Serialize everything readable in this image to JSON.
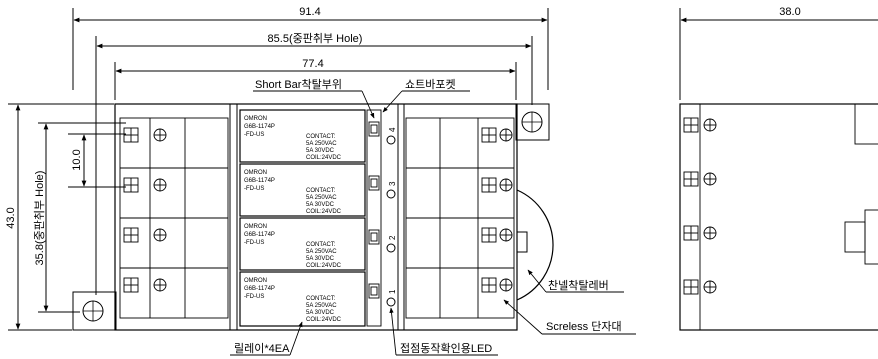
{
  "dimensions": {
    "width_overall": "91.4",
    "hole_width": "85.5(중판취부 Hole)",
    "inner_width": "77.4",
    "side_width": "38.0",
    "height_overall": "43.0",
    "hole_height": "35.8(중판취부 Hole)",
    "pitch": "10.0"
  },
  "labels": {
    "short_bar": "Short Bar착탈부위",
    "short_bracket": "쇼트바포켓",
    "release_lever": "찬넬착탈레버",
    "terminal_block": "Screless 단자대",
    "relay": "릴레이*4EA",
    "led": "접점동작확인용LED"
  },
  "relays": [
    {
      "brand": "OMRON",
      "model": "G6B-1174P",
      "suffix": "-FD-US",
      "contact_title": "CONTACT:",
      "contact_1": "5A 250VAC",
      "contact_2": "5A 30VDC",
      "coil": "COIL:24VDC"
    },
    {
      "brand": "OMRON",
      "model": "G6B-1174P",
      "suffix": "-FD-US",
      "contact_title": "CONTACT:",
      "contact_1": "5A 250VAC",
      "contact_2": "5A 30VDC",
      "coil": "COIL:24VDC"
    },
    {
      "brand": "OMRON",
      "model": "G6B-1174P",
      "suffix": "-FD-US",
      "contact_title": "CONTACT:",
      "contact_1": "5A 250VAC",
      "contact_2": "5A 30VDC",
      "coil": "COIL:24VDC"
    },
    {
      "brand": "OMRON",
      "model": "G6B-1174P",
      "suffix": "-FD-US",
      "contact_title": "CONTACT:",
      "contact_1": "5A 250VAC",
      "contact_2": "5A 30VDC",
      "coil": "COIL:24VDC"
    }
  ],
  "led_numbers": [
    "4",
    "3",
    "2",
    "1"
  ]
}
